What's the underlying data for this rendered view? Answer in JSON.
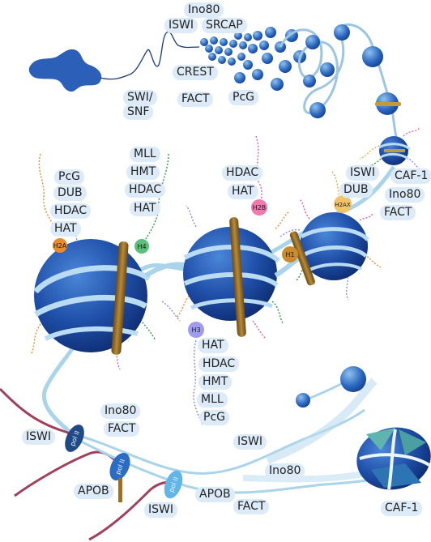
{
  "colors": {
    "nucleosome_blue": "#1f4fa8",
    "dna_strand": "#a9d4ea",
    "histone_tail_h2a": "#e98a2d",
    "histone_tail_h4": "#2e9a49",
    "histone_tail_h2b": "#e25f95",
    "histone_tail_h3": "#8b86e8",
    "linker_histone": "#9c7020",
    "rna_strand": "#8f1f3f",
    "label_bg": "#dcebf7"
  },
  "top": {
    "ino80": "Ino80",
    "iswi": "ISWI",
    "srcap": "SRCAP",
    "crest": "CREST",
    "swi_snf_line1": "SWI/",
    "swi_snf_line2": "SNF",
    "fact": "FACT",
    "pcg": "PcG"
  },
  "right_cluster": {
    "iswi": "ISWI",
    "caf1": "CAF-1",
    "dub": "DUB",
    "ino80": "Ino80",
    "fact": "FACT"
  },
  "h2a_group": {
    "pcg": "PcG",
    "dub": "DUB",
    "hdac": "HDAC",
    "hat": "HAT"
  },
  "h4_group": {
    "mll": "MLL",
    "hmt": "HMT",
    "hdac": "HDAC",
    "hat": "HAT"
  },
  "h2b_group": {
    "hdac": "HDAC",
    "hat": "HAT"
  },
  "h3_group": {
    "hat": "HAT",
    "hdac": "HDAC",
    "hmt": "HMT",
    "mll": "MLL",
    "pcg": "PcG"
  },
  "markers": {
    "h2a": "H2A",
    "h4": "H4",
    "h2b": "H2B",
    "h3": "H3",
    "h2ax": "H2AX",
    "h1": "H1"
  },
  "polymerases": {
    "pol1": "pol II",
    "pol2": "pol II",
    "pol3": "pol II"
  },
  "bottom": {
    "ino80_left": "Ino80",
    "fact_left": "FACT",
    "iswi_left": "ISWI",
    "apob_left": "APOB",
    "iswi_mid": "ISWI",
    "apob_mid": "APOB",
    "fact_mid": "FACT",
    "iswi_right": "ISWI",
    "ino80_right": "Ino80",
    "caf1": "CAF-1"
  }
}
